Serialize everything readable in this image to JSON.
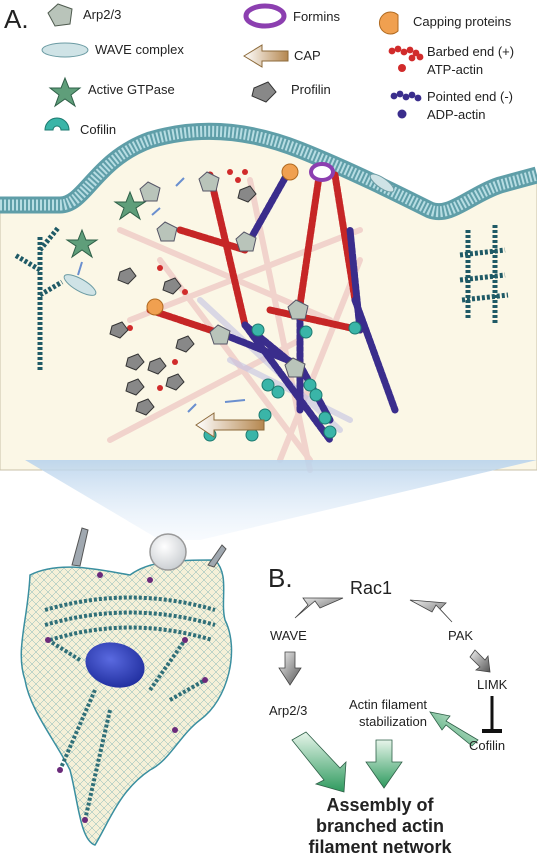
{
  "panels": {
    "a": "A.",
    "b": "B."
  },
  "legend": {
    "arp23": "Arp2/3",
    "wave_complex": "WAVE complex",
    "active_gtpase": "Active GTPase",
    "cofilin": "Cofilin",
    "formins": "Formins",
    "cap": "CAP",
    "profilin": "Profilin",
    "capping_proteins": "Capping proteins",
    "barbed_end": "Barbed end (+)",
    "atp_actin": "ATP-actin",
    "pointed_end": "Pointed end (-)",
    "adp_actin": "ADP-actin"
  },
  "pathway": {
    "top": "Rac1",
    "left1": "WAVE",
    "left2": "Arp2/3",
    "right1": "PAK",
    "right2": "LIMK",
    "right3": "Cofilin",
    "middle": [
      "Actin filament",
      "stabilization"
    ],
    "result": [
      "Assembly of",
      "branched actin",
      "filament network"
    ]
  },
  "colors": {
    "membrane": "#7fb6c0",
    "cytoplasm": "#fbf7e8",
    "barbed_red": "#cc2222",
    "pointed_blue": "#3a2d8c",
    "cofilin_teal": "#3ab5a8",
    "arrow_green": "#3aa56a",
    "nucleus": "#2b3bb0"
  }
}
